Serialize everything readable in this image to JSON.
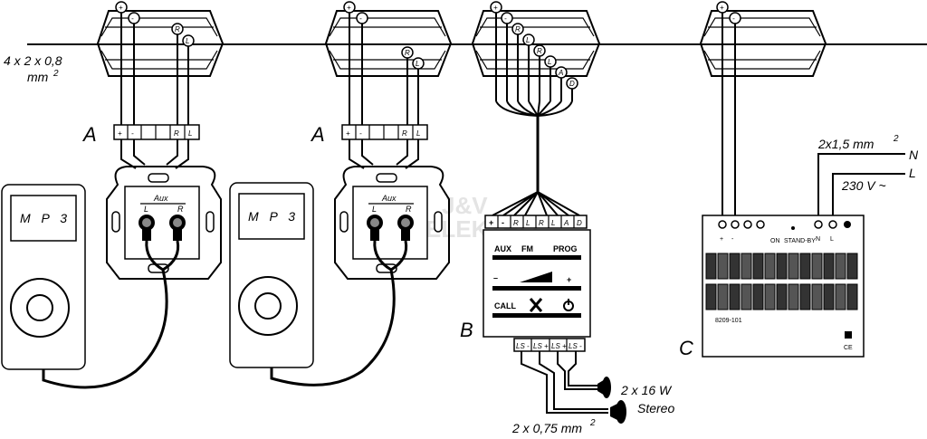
{
  "labels": {
    "cable_main_line1": "4 x 2 x 0,8",
    "cable_main_line2": "mm",
    "cable_main_sup": "2",
    "unit_a": "A",
    "unit_b": "B",
    "unit_c": "C",
    "mp3": "M P  3",
    "aux": "Aux",
    "left": "L",
    "right": "R",
    "power_cable": "2x1,5 mm",
    "power_cable_sup": "2",
    "neutral": "N",
    "line": "L",
    "voltage": "230 V ~",
    "speaker_power_line1": "2 x 16 W",
    "speaker_power_line2": "Stereo",
    "speaker_cable": "2 x 0,75 mm",
    "speaker_cable_sup": "2",
    "watermark1": "J&V",
    "watermark2": "ELEKTRO"
  },
  "insert_terminals": [
    "+",
    "-",
    "",
    "",
    "R",
    "L"
  ],
  "amp_terminals": [
    "+",
    "-",
    "R",
    "L",
    "R",
    "L",
    "A",
    "D"
  ],
  "amp_buttons": {
    "row1": [
      "AUX",
      "FM",
      "PROG"
    ],
    "row2_left": "–",
    "row2_right": "+",
    "row3_left": "CALL"
  },
  "speaker_terminals": [
    "LS -",
    "LS +",
    "LS +",
    "LS -"
  ],
  "psu": {
    "model": "8209-101",
    "mark": "CE",
    "terminal_labels": [
      "+",
      "-",
      "ON",
      "STAND-BY",
      "N",
      "L"
    ]
  },
  "bus_markers": {
    "junction_a1": [
      "+",
      "-",
      "R",
      "L"
    ],
    "junction_a2": [
      "+",
      "-",
      "R",
      "L"
    ],
    "junction_b": [
      "+",
      "-",
      "R",
      "L",
      "R",
      "L",
      "A",
      "D"
    ],
    "junction_c": [
      "+",
      "-"
    ]
  }
}
